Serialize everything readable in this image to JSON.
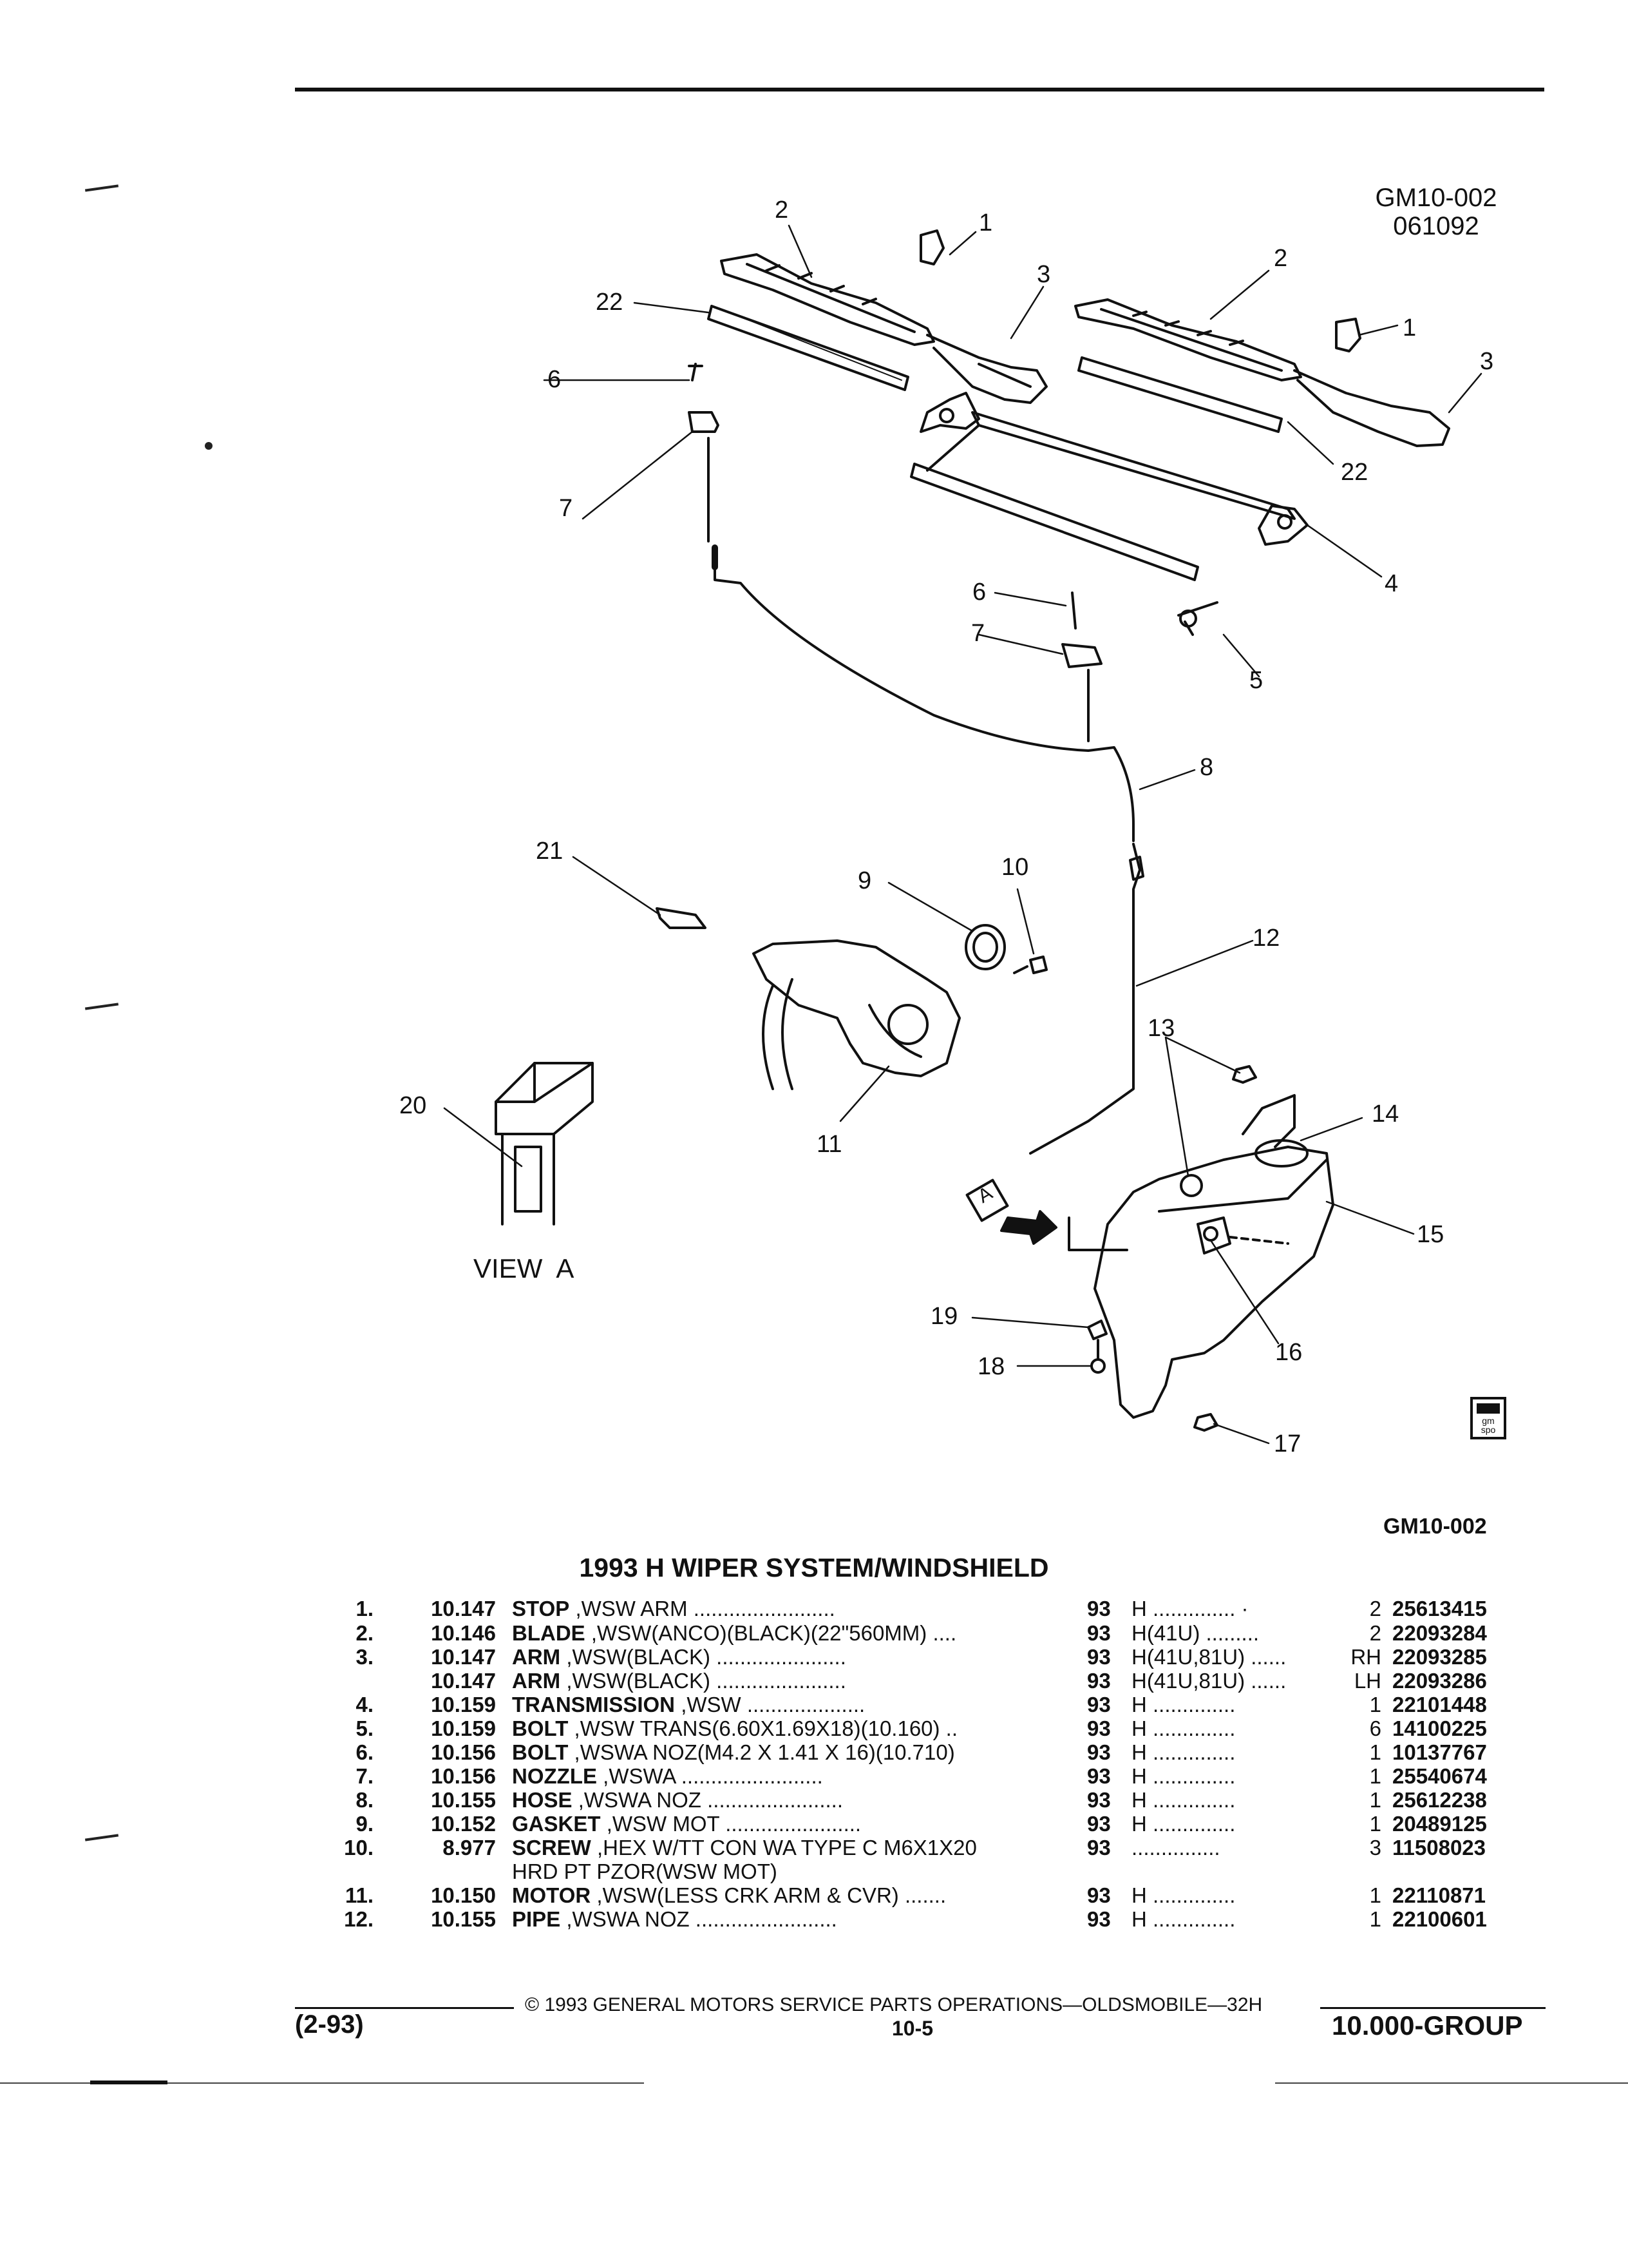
{
  "header": {
    "code_line1": "GM10-002",
    "code_line2": "061092",
    "figure_code": "GM10-002"
  },
  "diagram": {
    "callouts": [
      "1",
      "2",
      "3",
      "22",
      "6",
      "7",
      "2",
      "1",
      "3",
      "22",
      "4",
      "6",
      "7",
      "5",
      "8",
      "21",
      "9",
      "10",
      "12",
      "13",
      "14",
      "20",
      "11",
      "15",
      "19",
      "16",
      "18",
      "17"
    ],
    "view_label": "VIEW  A",
    "view_marker": "A",
    "gmspo_label": "gm spo"
  },
  "table": {
    "title": "1993 H WIPER SYSTEM/WINDSHIELD",
    "rows": [
      {
        "num": "1.",
        "grp": "10.147",
        "name": "STOP",
        "desc": ",WSW ARM ........................",
        "yr": "93",
        "code": "H .............. ·",
        "qty": "2",
        "pn": "25613415"
      },
      {
        "num": "2.",
        "grp": "10.146",
        "name": "BLADE",
        "desc": ",WSW(ANCO)(BLACK)(22\"560MM) ....",
        "yr": "93",
        "code": "H(41U) .........",
        "qty": "2",
        "pn": "22093284"
      },
      {
        "num": "3.",
        "grp": "10.147",
        "name": "ARM",
        "desc": ",WSW(BLACK) ......................",
        "yr": "93",
        "code": "H(41U,81U) ......",
        "qty": "RH",
        "pn": "22093285"
      },
      {
        "num": "",
        "grp": "10.147",
        "name": "ARM",
        "desc": ",WSW(BLACK) ......................",
        "yr": "93",
        "code": "H(41U,81U) ......",
        "qty": "LH",
        "pn": "22093286"
      },
      {
        "num": "4.",
        "grp": "10.159",
        "name": "TRANSMISSION",
        "desc": ",WSW ....................",
        "yr": "93",
        "code": "H ..............",
        "qty": "1",
        "pn": "22101448"
      },
      {
        "num": "5.",
        "grp": "10.159",
        "name": "BOLT",
        "desc": ",WSW TRANS(6.60X1.69X18)(10.160) ..",
        "yr": "93",
        "code": "H ..............",
        "qty": "6",
        "pn": "14100225"
      },
      {
        "num": "6.",
        "grp": "10.156",
        "name": "BOLT",
        "desc": ",WSWA NOZ(M4.2 X 1.41 X 16)(10.710)",
        "yr": "93",
        "code": "H ..............",
        "qty": "1",
        "pn": "10137767"
      },
      {
        "num": "7.",
        "grp": "10.156",
        "name": "NOZZLE",
        "desc": ",WSWA ........................",
        "yr": "93",
        "code": "H ..............",
        "qty": "1",
        "pn": "25540674"
      },
      {
        "num": "8.",
        "grp": "10.155",
        "name": "HOSE",
        "desc": ",WSWA NOZ .......................",
        "yr": "93",
        "code": "H ..............",
        "qty": "1",
        "pn": "25612238"
      },
      {
        "num": "9.",
        "grp": "10.152",
        "name": "GASKET",
        "desc": ",WSW MOT .......................",
        "yr": "93",
        "code": "H ..............",
        "qty": "1",
        "pn": "20489125"
      },
      {
        "num": "10.",
        "grp": "8.977",
        "name": "SCREW",
        "desc": ",HEX W/TT CON WA TYPE C M6X1X20",
        "yr": "93",
        "code": "  ...............",
        "qty": "3",
        "pn": "11508023"
      },
      {
        "num": "",
        "grp": "",
        "name": "",
        "desc": "HRD PT PZOR(WSW MOT)",
        "yr": "",
        "code": "",
        "qty": "",
        "pn": ""
      },
      {
        "num": "11.",
        "grp": "10.150",
        "name": "MOTOR",
        "desc": ",WSW(LESS CRK ARM & CVR) .......",
        "yr": "93",
        "code": "H ..............",
        "qty": "1",
        "pn": "22110871"
      },
      {
        "num": "12.",
        "grp": "10.155",
        "name": "PIPE",
        "desc": ",WSWA NOZ ........................",
        "yr": "93",
        "code": "H ..............",
        "qty": "1",
        "pn": "22100601"
      }
    ]
  },
  "footer": {
    "copyright": "© 1993 GENERAL MOTORS SERVICE PARTS OPERATIONS—OLDSMOBILE—32H",
    "date": "(2-93)",
    "page": "10-5",
    "group": "10.000-GROUP"
  }
}
